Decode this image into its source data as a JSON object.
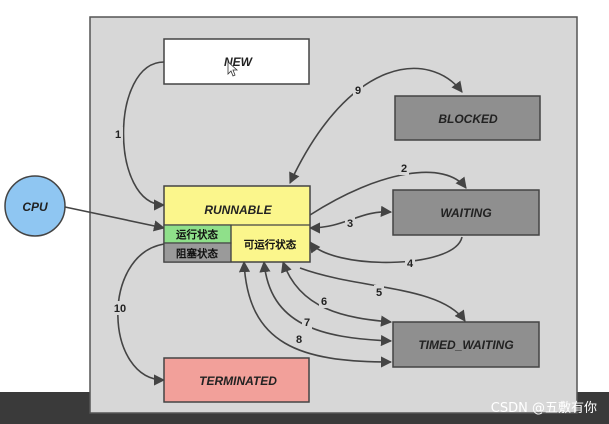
{
  "nodes": {
    "new": "NEW",
    "blocked": "BLOCKED",
    "waiting": "WAITING",
    "runnable": "RUNNABLE",
    "running": "运行状态",
    "blocking": "阻塞状态",
    "ready": "可运行状态",
    "timed_waiting": "TIMED_WAITING",
    "terminated": "TERMINATED",
    "cpu": "CPU"
  },
  "edges": [
    "1",
    "2",
    "3",
    "4",
    "5",
    "6",
    "7",
    "8",
    "9",
    "10"
  ],
  "watermark": "CSDN @五敷有你",
  "colors": {
    "frame": "#d7d7d7",
    "new": "#ffffff",
    "state_gray": "#8f8f8f",
    "runnable": "#fbf68c",
    "running": "#8fe08a",
    "blocking": "#9a9a9a",
    "terminated": "#f2a09a",
    "cpu": "#8fc6f2",
    "line": "#444444"
  }
}
